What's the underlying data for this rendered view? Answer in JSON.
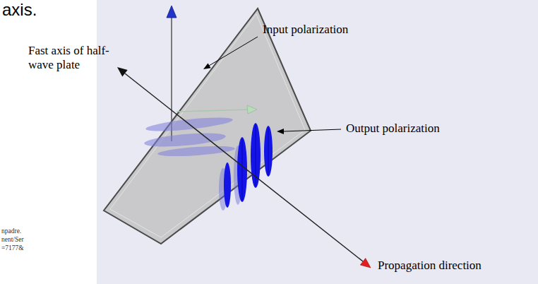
{
  "diagram": {
    "labels": [
      "axis.",
      "Input polarization",
      "Fast axis of half-wave plate",
      "Output polarization",
      "npadre.",
      "nent/Ser",
      "=7177&",
      "Propagation direction"
    ]
  }
}
